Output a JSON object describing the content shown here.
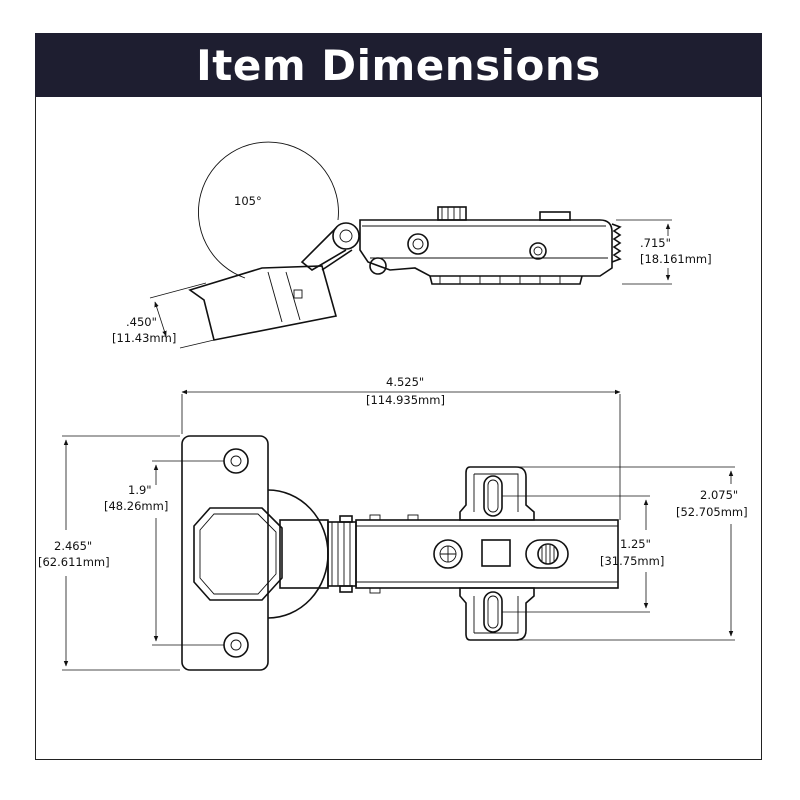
{
  "title": "Item Dimensions",
  "side_view": {
    "angle_label": "105°",
    "depth_in": ".715\"",
    "depth_mm": "[18.161mm]",
    "offset_in": ".450\"",
    "offset_mm": "[11.43mm]"
  },
  "top_view": {
    "length_in": "4.525\"",
    "length_mm": "[114.935mm]",
    "cup_plate_height_in": "2.465\"",
    "cup_plate_height_mm": "[62.611mm]",
    "cup_hole_spacing_in": "1.9\"",
    "cup_hole_spacing_mm": "[48.26mm]",
    "mount_plate_height_in": "2.075\"",
    "mount_plate_height_mm": "[52.705mm]",
    "mount_hole_spacing_in": "1.25\"",
    "mount_hole_spacing_mm": "[31.75mm]"
  },
  "colors": {
    "title_bar": "#1e1e30",
    "title_text": "#ffffff",
    "line": "#111111"
  }
}
